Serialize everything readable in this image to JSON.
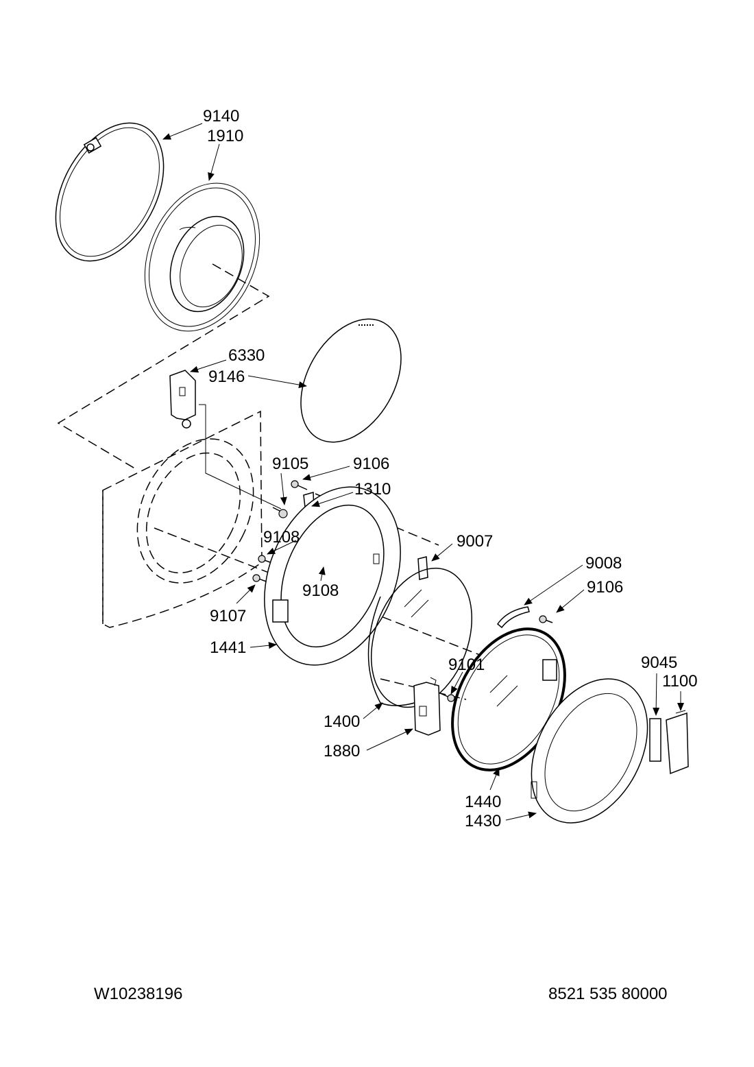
{
  "callouts": {
    "c9140": "9140",
    "c1910": "1910",
    "c6330": "6330",
    "c9146": "9146",
    "c9105": "9105",
    "c9106a": "9106",
    "c1310": "1310",
    "c9108a": "9108",
    "c9108b": "9108",
    "c9007": "9007",
    "c9008": "9008",
    "c9106b": "9106",
    "c9107": "9107",
    "c1441": "1441",
    "c9101": "9101",
    "c9045": "9045",
    "c1100": "1100",
    "c1400": "1400",
    "c1880": "1880",
    "c1440": "1440",
    "c1430": "1430"
  },
  "footer": {
    "left": "W10238196",
    "right": "8521 535 80000"
  }
}
